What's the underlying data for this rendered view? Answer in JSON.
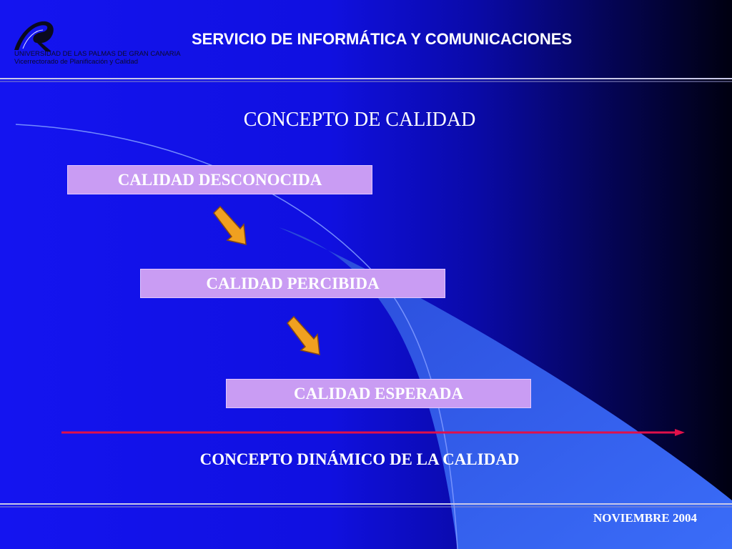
{
  "header": {
    "title": "SERVICIO DE INFORMÁTICA Y COMUNICACIONES",
    "logo_line1": "UNIVERSIDAD DE LAS PALMAS DE GRAN CANARIA",
    "logo_line2": "Vicerrectorado de Planificación y Calidad"
  },
  "slide": {
    "title": "CONCEPTO DE CALIDAD",
    "steps": [
      "CALIDAD DESCONOCIDA",
      "CALIDAD PERCIBIDA",
      "CALIDAD ESPERADA"
    ],
    "subtitle": "CONCEPTO DINÁMICO DE LA CALIDAD"
  },
  "footer": {
    "date": "NOVIEMBRE 2004"
  },
  "colors": {
    "box_fill": "#c99cf3",
    "arrow_fill": "#f0a020",
    "timeline": "#e0104a",
    "rule": "#c8c8e8"
  }
}
